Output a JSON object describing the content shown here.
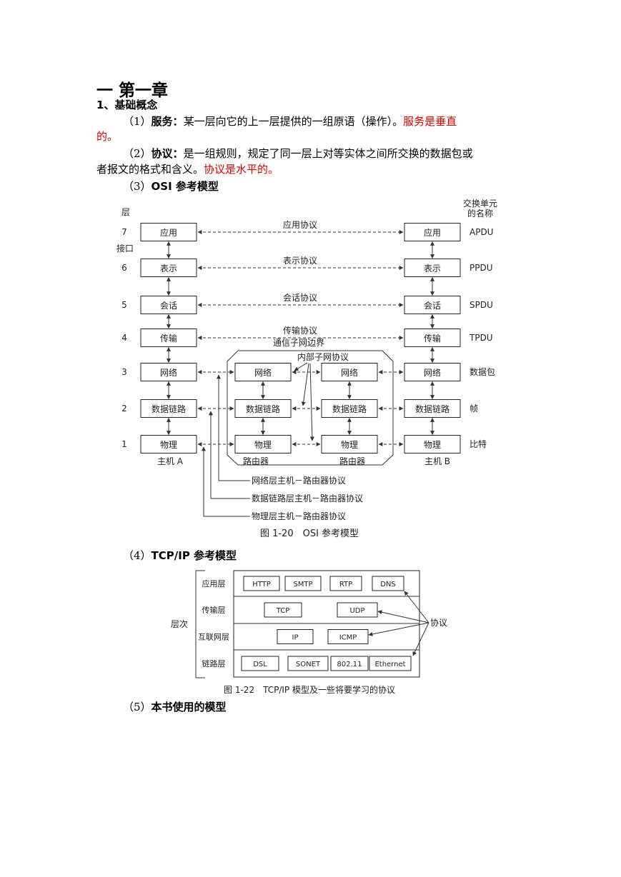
{
  "chapter_title": "一 第一章",
  "section_title": "1、基础概念",
  "item1": {
    "prefix": "（1）",
    "term": "服务：",
    "text": "某一层向它的上一层提供的一组原语（操作）。",
    "highlight_a": "服务是垂直",
    "highlight_b": "的。"
  },
  "item2": {
    "prefix": "（2）",
    "term": "协议：",
    "text_a": "是一组规则，规定了同一层上对等实体之间所交换的数据包或",
    "text_b": "者报文的格式和含义。",
    "highlight": "协议是水平的。"
  },
  "item3": {
    "prefix": "（3）",
    "term": "OSI 参考模型"
  },
  "item4": {
    "prefix": "（4）",
    "term": "TCP/IP 参考模型"
  },
  "item5": {
    "prefix": "（5）",
    "term": "本书使用的模型"
  },
  "osi": {
    "layer_header": "层",
    "interface_label": "接口",
    "unit_header_a": "交换单元",
    "unit_header_b": "的名称",
    "layers": [
      {
        "num": "7",
        "name": "应用",
        "protocol": "应用协议",
        "unit": "APDU"
      },
      {
        "num": "6",
        "name": "表示",
        "protocol": "表示协议",
        "unit": "PPDU"
      },
      {
        "num": "5",
        "name": "会话",
        "protocol": "会话协议",
        "unit": "SPDU"
      },
      {
        "num": "4",
        "name": "传输",
        "protocol": "传输协议",
        "unit": "TPDU"
      },
      {
        "num": "3",
        "name": "网络",
        "protocol": "",
        "unit": "数据包"
      },
      {
        "num": "2",
        "name": "数据链路",
        "protocol": "",
        "unit": "帧"
      },
      {
        "num": "1",
        "name": "物理",
        "protocol": "",
        "unit": "比特"
      }
    ],
    "subnet_boundary": "通信子网边界",
    "internal_protocol": "内部子网协议",
    "router": "路由器",
    "host_a": "主机 A",
    "host_b": "主机 B",
    "callouts": [
      "网络层主机－路由器协议",
      "数据链路层主机－路由器协议",
      "物理层主机－路由器协议"
    ],
    "caption": "图 1-20　OSI 参考模型"
  },
  "tcpip": {
    "layers_label": "层次",
    "protocol_label": "协议",
    "layers": [
      {
        "name": "应用层",
        "protocols": [
          "HTTP",
          "SMTP",
          "RTP",
          "DNS"
        ]
      },
      {
        "name": "传输层",
        "protocols": [
          "TCP",
          "UDP"
        ]
      },
      {
        "name": "互联网层",
        "protocols": [
          "IP",
          "ICMP"
        ]
      },
      {
        "name": "链路层",
        "protocols": [
          "DSL",
          "SONET",
          "802.11",
          "Ethernet"
        ]
      }
    ],
    "caption": "图 1-22　TCP/IP 模型及一些将要学习的协议"
  }
}
